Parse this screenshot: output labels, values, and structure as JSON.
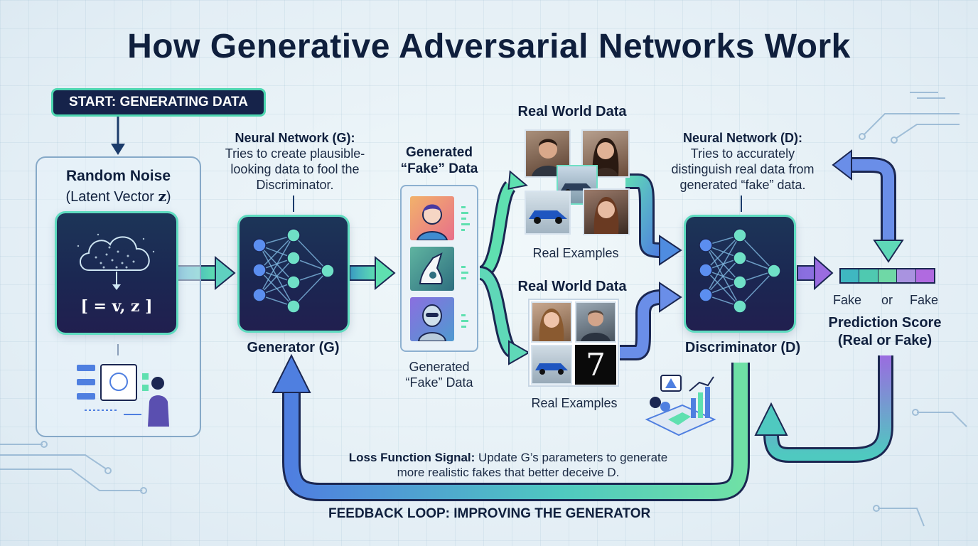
{
  "title": "How Generative Adversarial Networks Work",
  "start_badge": "START: GENERATING DATA",
  "noise": {
    "title": "Random Noise",
    "subtitle": "(Latent Vector",
    "subtitle_var": "z",
    "subtitle_end": ")",
    "formula": "[ = v, z ]"
  },
  "generator": {
    "caption_title": "Neural Network (G):",
    "caption_body": "Tries to create plausible-looking data to fool the Discriminator.",
    "label": "Generator (G)"
  },
  "generated": {
    "top_label": "Generated “Fake” Data",
    "bottom_label": "Generated “Fake” Data"
  },
  "real_top": {
    "title": "Real World Data",
    "examples": "Real Examples"
  },
  "real_bottom": {
    "title": "Real World Data",
    "examples": "Real Examples",
    "digit": "7"
  },
  "discriminator": {
    "caption_title": "Neural Network (D):",
    "caption_body": "Tries to accurately distinguish real data from generated “fake” data.",
    "label": "Discriminator (D)"
  },
  "prediction": {
    "left_label": "Fake",
    "mid_label": "or",
    "right_label": "Fake",
    "title": "Prediction Score",
    "subtitle": "(Real or Fake)",
    "segments": [
      "#3fb7c1",
      "#4fc9b0",
      "#6fd8a6",
      "#a993e0",
      "#b06ae0"
    ]
  },
  "loss": {
    "title": "Loss Function Signal:",
    "body": "Update G’s parameters to generate more realistic fakes that better deceive D."
  },
  "footer": "FEEDBACK LOOP: IMPROVING THE GENERATOR",
  "colors": {
    "navy": "#1b2752",
    "teal": "#4ed6b0",
    "blue": "#4f7fe0",
    "purple": "#9a6ce0",
    "node": "#6fe0c6",
    "node_blue": "#5b8ef0"
  }
}
